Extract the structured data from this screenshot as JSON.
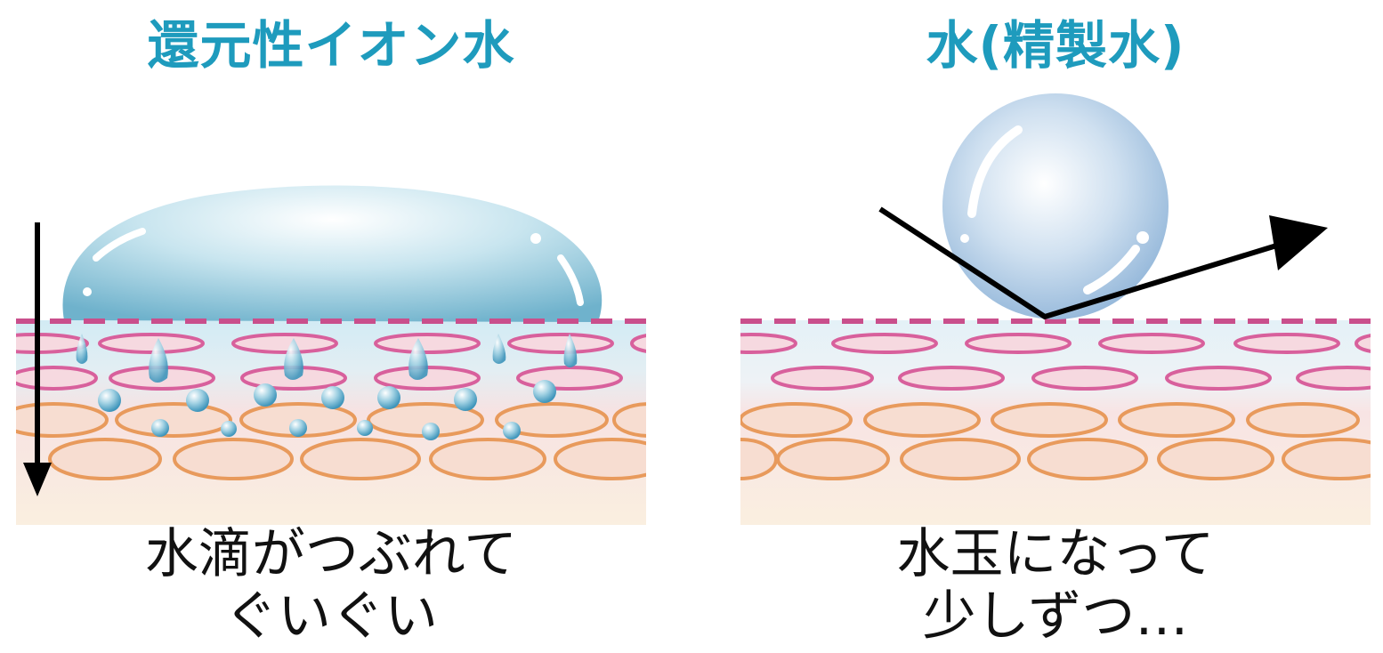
{
  "left_panel": {
    "title": "還元性イオン水",
    "caption_line1": "水滴がつぶれて",
    "caption_line2": "ぐいぐい"
  },
  "right_panel": {
    "title": "水(精製水)",
    "caption_line1": "水玉になって",
    "caption_line2": "少しずつ…"
  },
  "colors": {
    "title": "#1e9bbd",
    "upper_cell_stroke": "#d8609c",
    "upper_cell_fill": "#f6d9e0",
    "lower_cell_stroke": "#e89a5c",
    "lower_cell_fill": "#f7ddd1",
    "surface_dash": "#c94f8c",
    "water_drop": "#7fbdd4",
    "water_ball": "#a9c8e4",
    "arrow": "#000000"
  },
  "icons": [
    "down-arrow-icon",
    "bounce-arrow-icon"
  ]
}
